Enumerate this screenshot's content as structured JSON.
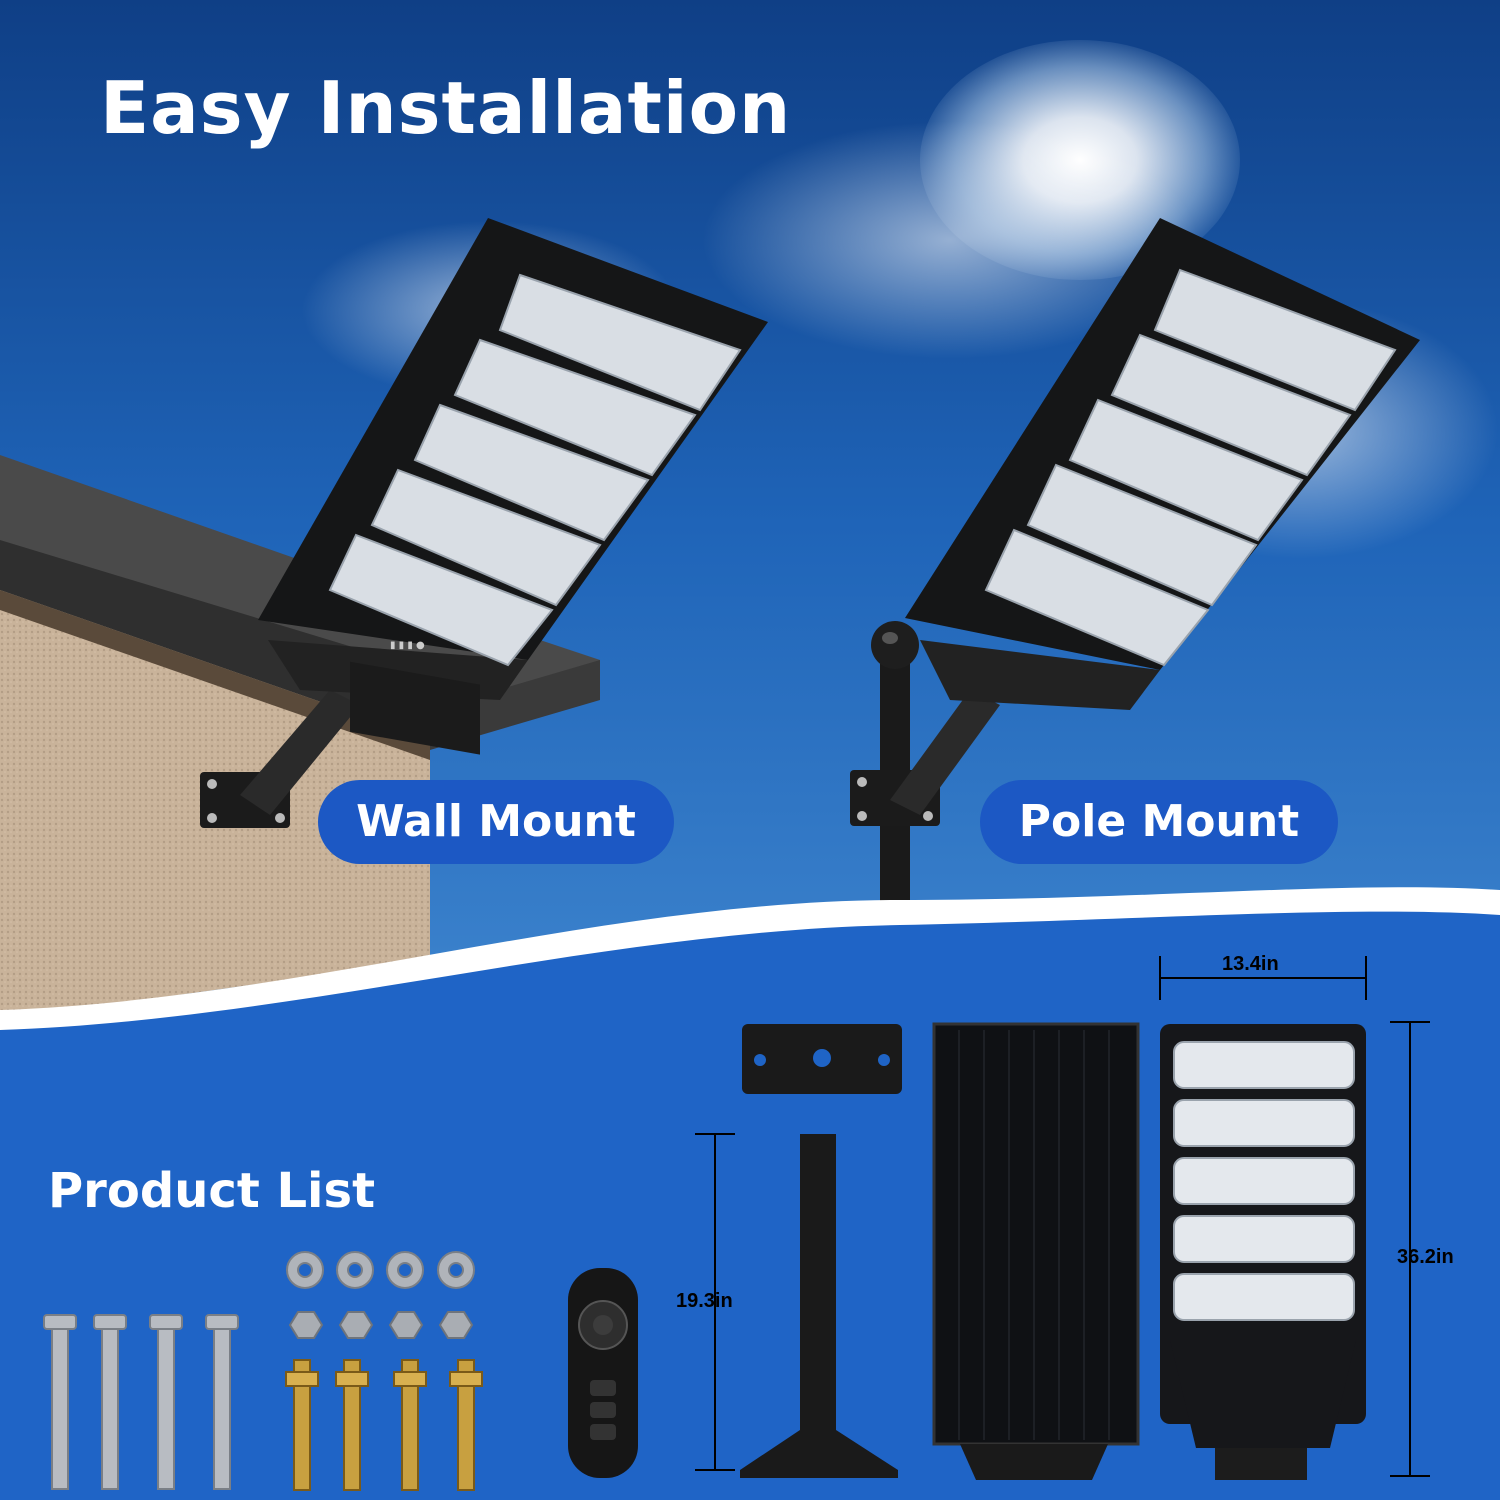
{
  "header": {
    "title": "Easy Installation"
  },
  "mounts": {
    "wall_label": "Wall Mount",
    "pole_label": "Pole Mount"
  },
  "product_list": {
    "title": "Product List"
  },
  "dimensions": {
    "width": "13.4in",
    "height": "36.2in",
    "pole_height": "19.3in"
  },
  "colors": {
    "sky_top": "#0f3f86",
    "sky_bottom": "#78acdd",
    "pill_blue": "#1c58c4",
    "panel_blue": "#1f64c6",
    "lamp_body": "#1c1d1f"
  }
}
